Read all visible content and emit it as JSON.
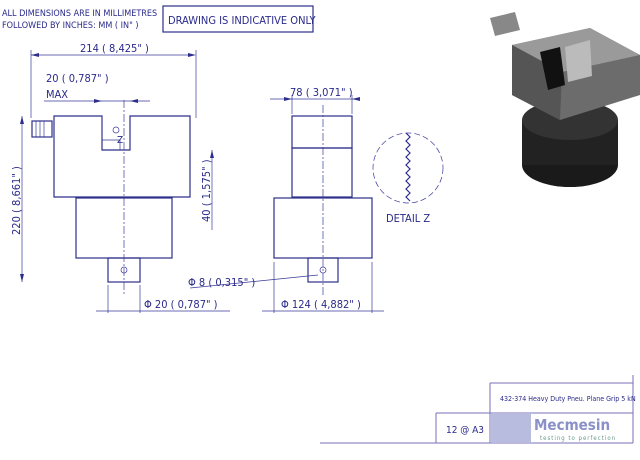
{
  "notes": {
    "units_line1": "ALL DIMENSIONS ARE IN MILLIMETRES",
    "units_line2": "FOLLOWED BY INCHES:    MM ( IN\" )",
    "disclaimer": "DRAWING IS INDICATIVE ONLY"
  },
  "dimensions": {
    "width": "214 ( 8,425\" )",
    "jaw_opening": "20 ( 0,787\" )",
    "jaw_opening_max": "MAX",
    "height": "220 ( 8,661\" )",
    "jaw_height": "40 ( 1,575\" )",
    "side_width": "78 ( 3,071\" )",
    "stem_diameter": "Φ 20 ( 0,787\" )",
    "pin_diameter": "Φ 8 ( 0,315\" )",
    "body_diameter": "Φ 124 ( 4,882\" )"
  },
  "labels": {
    "section_z": "Z",
    "detail": "DETAIL Z"
  },
  "title_block": {
    "product": "432-374 Heavy Duty Pneu. Plane Grip 5 kN",
    "scale": "12 @ A3",
    "brand": "Mecmesin",
    "tagline": "testing to perfection"
  }
}
